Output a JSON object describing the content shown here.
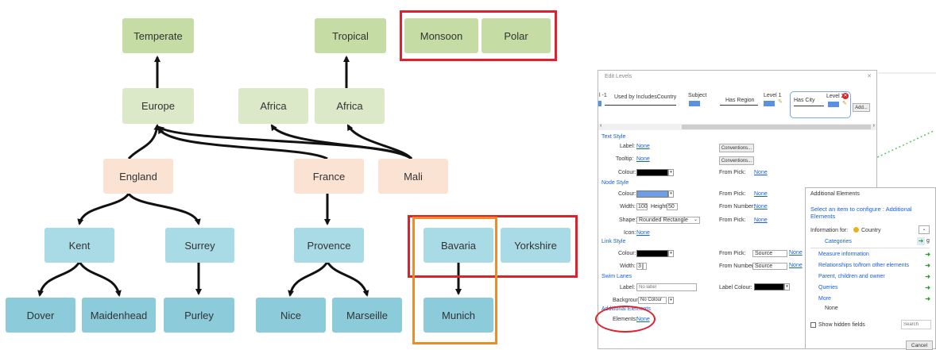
{
  "tree": {
    "temperate": "Temperate",
    "tropical": "Tropical",
    "monsoon": "Monsoon",
    "polar": "Polar",
    "europe": "Europe",
    "africa_left": "Africa",
    "africa_right": "Africa",
    "england": "England",
    "france": "France",
    "mali": "Mali",
    "kent": "Kent",
    "surrey": "Surrey",
    "provence": "Provence",
    "bavaria": "Bavaria",
    "yorkshire": "Yorkshire",
    "dover": "Dover",
    "maidenhead": "Maidenhead",
    "purley": "Purley",
    "nice": "Nice",
    "marseille": "Marseille",
    "munich": "Munich"
  },
  "colors": {
    "highlight_red": "#e0202c",
    "highlight_orange": "#f2892a",
    "edge": "#111111"
  },
  "dialog": {
    "title": "Edit Levels",
    "close": "✕",
    "header": {
      "level_minus1": "l -1",
      "used_by": "Used by IncludesCountry",
      "subject": "Subject",
      "has_region": "Has Region",
      "level1": "Level 1",
      "has_city": "Has City",
      "level2": "Level 2",
      "add": "Add..."
    },
    "text_style": {
      "section": "Text Style",
      "label": "Label:",
      "label_val": "None",
      "tooltip": "Tooltip:",
      "tooltip_val": "None",
      "colour": "Colour:",
      "conventions1": "Conventions...",
      "conventions2": "Conventions...",
      "from_pick": "From Pick:",
      "from_pick_val": "None"
    },
    "node_style": {
      "section": "Node Style",
      "colour": "Colour:",
      "width": "Width:",
      "width_val": "100",
      "height": "Height:",
      "height_val": "50",
      "shape": "Shape:",
      "shape_val": "Rounded Rectangle",
      "icon": "Icon:",
      "icon_val": "None",
      "from_pick1": "From Pick:",
      "from_pick1_val": "None",
      "from_number": "From Number:",
      "from_number_val": "None",
      "from_pick2": "From Pick:",
      "from_pick2_val": "None"
    },
    "link_style": {
      "section": "Link Style",
      "colour": "Colour:",
      "width": "Width:",
      "width_val": "3",
      "from_pick": "From Pick:",
      "source1": "Source",
      "none1": "None",
      "from_number": "From Number:",
      "source2": "Source",
      "none2": "None"
    },
    "swim_lanes": {
      "section": "Swim Lanes",
      "label": "Label:",
      "label_placeholder": "No label",
      "label_colour": "Label Colour:",
      "background": "Background:",
      "no_colour": "No Colour"
    },
    "additional": {
      "section": "Additional Elements",
      "elements": "Elements:",
      "elements_val": "None"
    }
  },
  "panel": {
    "title": "Additional Elements",
    "subtitle": "Select an item to configure : Additional Elements",
    "info_for": "Information for:",
    "info_val": "Country",
    "categories": "Categories",
    "items": [
      "Measure information",
      "Relationships to/from other elements",
      "Parent, children and owner",
      "Queries",
      "More"
    ],
    "more_val": "None",
    "show_hidden": "Show hidden fields",
    "search": "Search",
    "cancel": "Cancel"
  }
}
